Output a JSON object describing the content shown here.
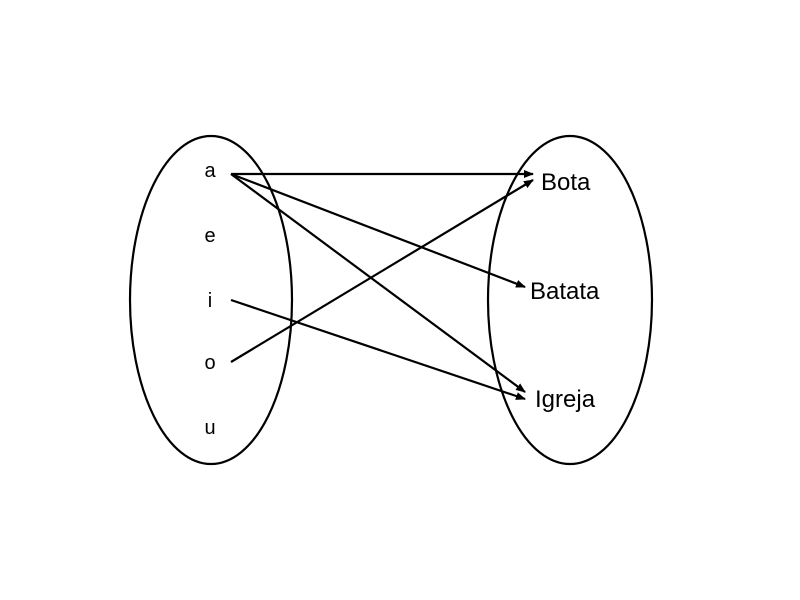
{
  "domain_set": {
    "elements": [
      "a",
      "e",
      "i",
      "o",
      "u"
    ]
  },
  "codomain_set": {
    "elements": [
      "Bota",
      "Batata",
      "Igreja"
    ]
  },
  "mappings": [
    {
      "from": "a",
      "to": "Bota"
    },
    {
      "from": "a",
      "to": "Batata"
    },
    {
      "from": "a",
      "to": "Igreja"
    },
    {
      "from": "i",
      "to": "Igreja"
    },
    {
      "from": "o",
      "to": "Bota"
    }
  ]
}
